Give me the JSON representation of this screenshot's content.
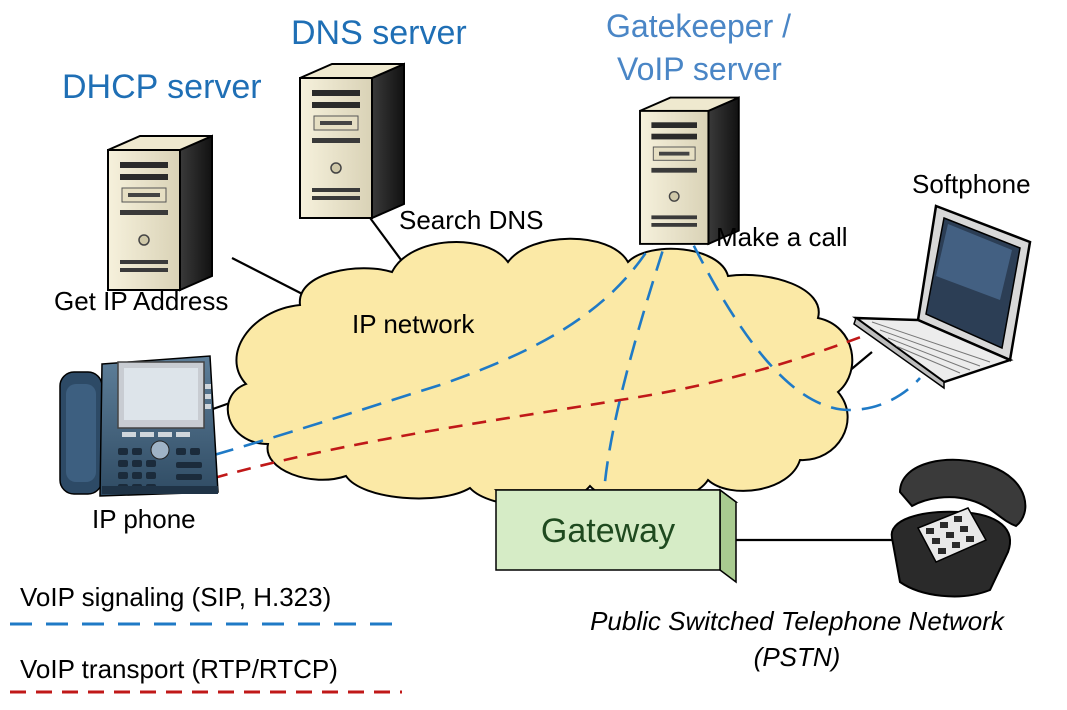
{
  "labels": {
    "dhcp_server": "DHCP server",
    "dns_server": "DNS server",
    "gatekeeper_line1": "Gatekeeper /",
    "gatekeeper_line2": "VoIP server",
    "softphone": "Softphone",
    "search_dns": "Search DNS",
    "make_a_call": "Make a call",
    "get_ip_address": "Get IP Address",
    "ip_network": "IP network",
    "ip_phone": "IP phone",
    "gateway": "Gateway",
    "pstn_line1": "Public Switched Telephone Network",
    "pstn_line2": "(PSTN)"
  },
  "legend": {
    "signaling": "VoIP signaling (SIP, H.323)",
    "transport": "VoIP transport (RTP/RTCP)"
  },
  "colors": {
    "server_label_blue": "#1f6fb5",
    "gatekeeper_label_blue": "#4a86c6",
    "signaling_line": "#1f7ac6",
    "transport_line": "#c01818",
    "cloud_fill": "#fbe9a6",
    "gateway_fill": "#d6ecc6",
    "gateway_text": "#1f4a1f"
  },
  "icons": {
    "servers": [
      "server-tower-icon"
    ],
    "softphone": "laptop-icon",
    "ip_phone": "desk-ip-phone-icon",
    "pstn_phone": "rotary-telephone-icon"
  }
}
